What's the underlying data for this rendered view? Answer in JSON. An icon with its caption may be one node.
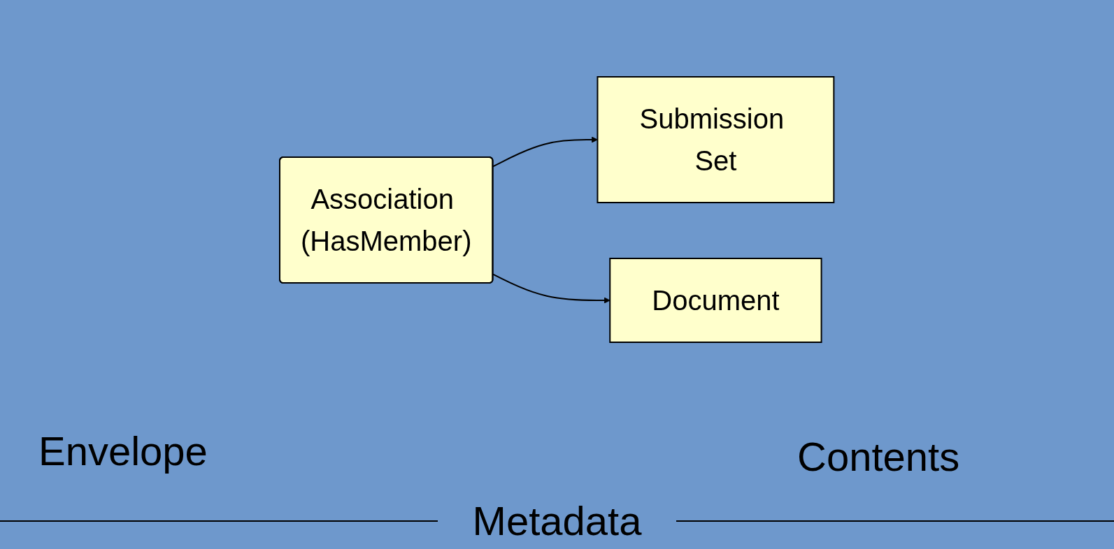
{
  "diagram": {
    "nodes": [
      {
        "text": [
          "Submission Set"
        ]
      },
      {
        "text": [
          "Association (HasMember)"
        ]
      },
      {
        "text": [
          "Document"
        ]
      }
    ],
    "edges": [
      {
        "from": 1,
        "to": 0,
        "arrow": "to"
      },
      {
        "from": 1,
        "to": 2,
        "arrow": "to"
      }
    ],
    "labels": [
      "Envelope",
      "Contents",
      "Metadata"
    ]
  }
}
